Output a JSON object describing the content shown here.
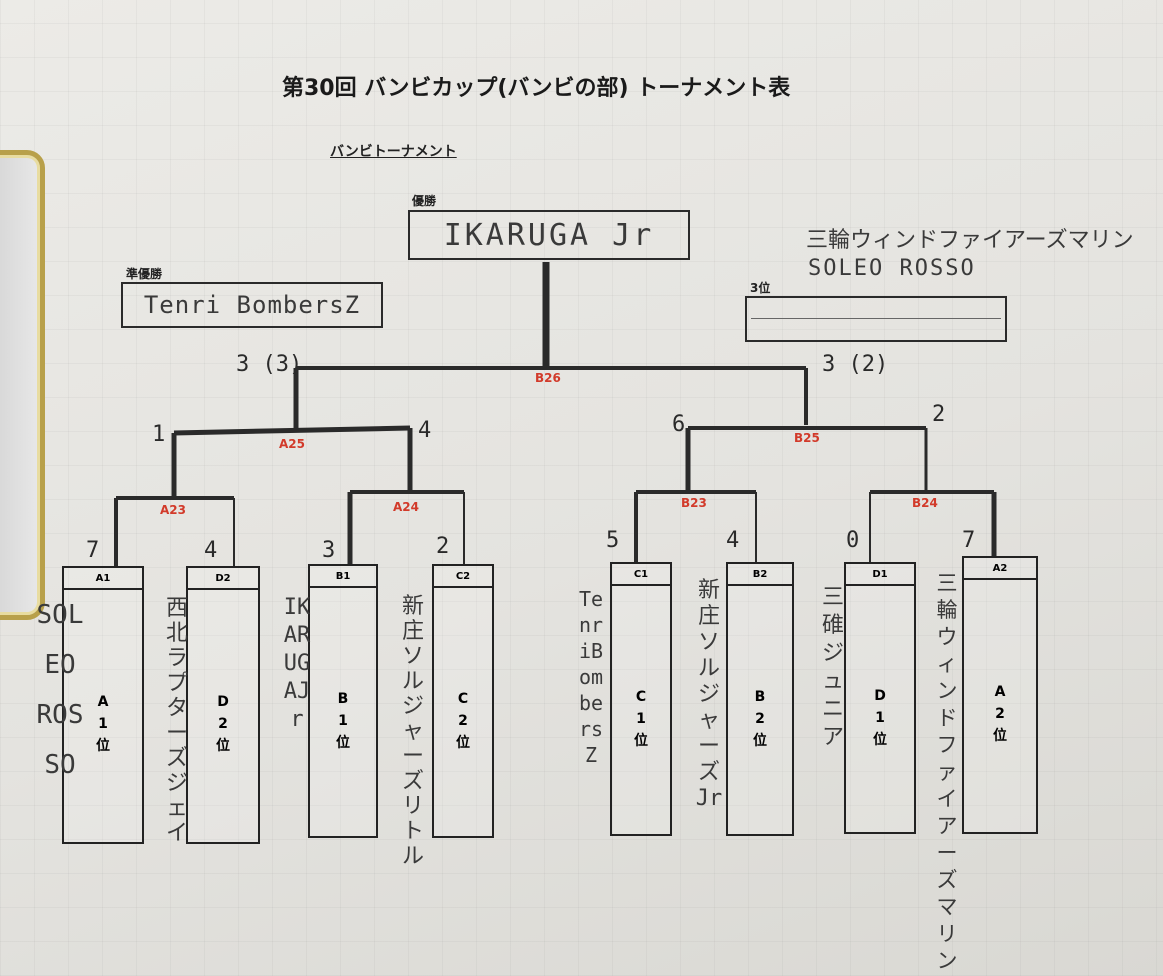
{
  "header": {
    "title": "第30回 バンビカップ(バンビの部) トーナメント表",
    "subtitle": "バンビトーナメント"
  },
  "podium": {
    "champion_label": "優勝",
    "champion": "IKARUGA Jr",
    "runner_up_label": "準優勝",
    "runner_up": "Tenri BombersZ",
    "third_label": "3位",
    "third_teams": [
      "三輪ウィンドファイアーズマリン",
      "SOLEO ROSSO"
    ]
  },
  "matches": {
    "final": "B26",
    "semi_left": "A25",
    "semi_right": "B25",
    "qf_1": "A23",
    "qf_2": "A24",
    "qf_3": "B23",
    "qf_4": "B24"
  },
  "scores": {
    "final_left": "3 (3)",
    "final_right": "3 (2)",
    "a25_left": "1",
    "a25_right": "4",
    "b25_left": "6",
    "b25_right": "2"
  },
  "teams": [
    {
      "slot": "A1",
      "seed": "A\n1\n位",
      "score": "7",
      "name": "SOLEO ROSSO"
    },
    {
      "slot": "D2",
      "seed": "D\n2\n位",
      "score": "4",
      "name": "西北ラプターズジェイ"
    },
    {
      "slot": "B1",
      "seed": "B\n1\n位",
      "score": "3",
      "name": "IKARUGAJr"
    },
    {
      "slot": "C2",
      "seed": "C\n2\n位",
      "score": "2",
      "name": "新庄ソルジャーズリトル"
    },
    {
      "slot": "C1",
      "seed": "C\n1\n位",
      "score": "5",
      "name": "TenriBombersZ"
    },
    {
      "slot": "B2",
      "seed": "B\n2\n位",
      "score": "4",
      "name": "新庄ソルジャーズJr"
    },
    {
      "slot": "D1",
      "seed": "D\n1\n位",
      "score": "0",
      "name": "三碓ジュニア"
    },
    {
      "slot": "A2",
      "seed": "A\n2\n位",
      "score": "7",
      "name": "三輪ウィンドファイアーズマリン"
    }
  ],
  "colors": {
    "match_label": "#d23a2a",
    "line": "#2a2a2a",
    "clip": "#b8a04a"
  }
}
